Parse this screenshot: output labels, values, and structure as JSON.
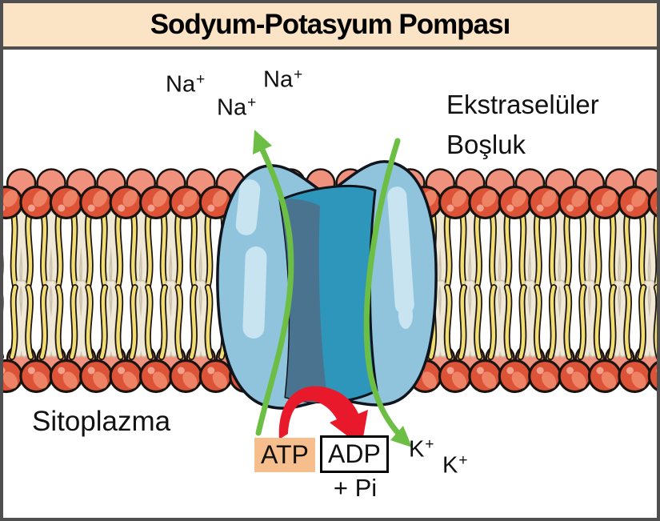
{
  "title": "Sodyum-Potasyum Pompası",
  "labels": {
    "extracellular_line1": "Ekstraselüler",
    "extracellular_line2": "Boşluk",
    "cytoplasm": "Sitoplazma",
    "atp": "ATP",
    "adp": "ADP",
    "pi": "+ Pi"
  },
  "ions": {
    "na": [
      {
        "base": "Na",
        "charge": "+"
      },
      {
        "base": "Na",
        "charge": "+"
      },
      {
        "base": "Na",
        "charge": "+"
      }
    ],
    "k": [
      {
        "base": "K",
        "charge": "+"
      },
      {
        "base": "K",
        "charge": "+"
      }
    ]
  },
  "colors": {
    "frame_border": "#4f4f4f",
    "titlebar_bg": "#fbe3c5",
    "background": "#ffffff",
    "lipid_head_front": "#dd5338",
    "lipid_head_front_highlight": "#ee8264",
    "lipid_head_front_dot": "#f2a28c",
    "lipid_head_back": "#f0917d",
    "lipid_outline": "#1a1410",
    "tail_yellow": "#f2dd72",
    "tail_cream": "#f0e8d6",
    "tail_cream_outline": "#cdc5ad",
    "pump_body": "#90c4dd",
    "pump_highlight": "#c8e4f1",
    "pump_channel": "#2e96bb",
    "pump_channel_shadow": "#4a7390",
    "pump_outline": "#10141c",
    "arrow_green": "#6cbe45",
    "arrow_red": "#e8192b",
    "atp_bg": "#f6be8c"
  }
}
